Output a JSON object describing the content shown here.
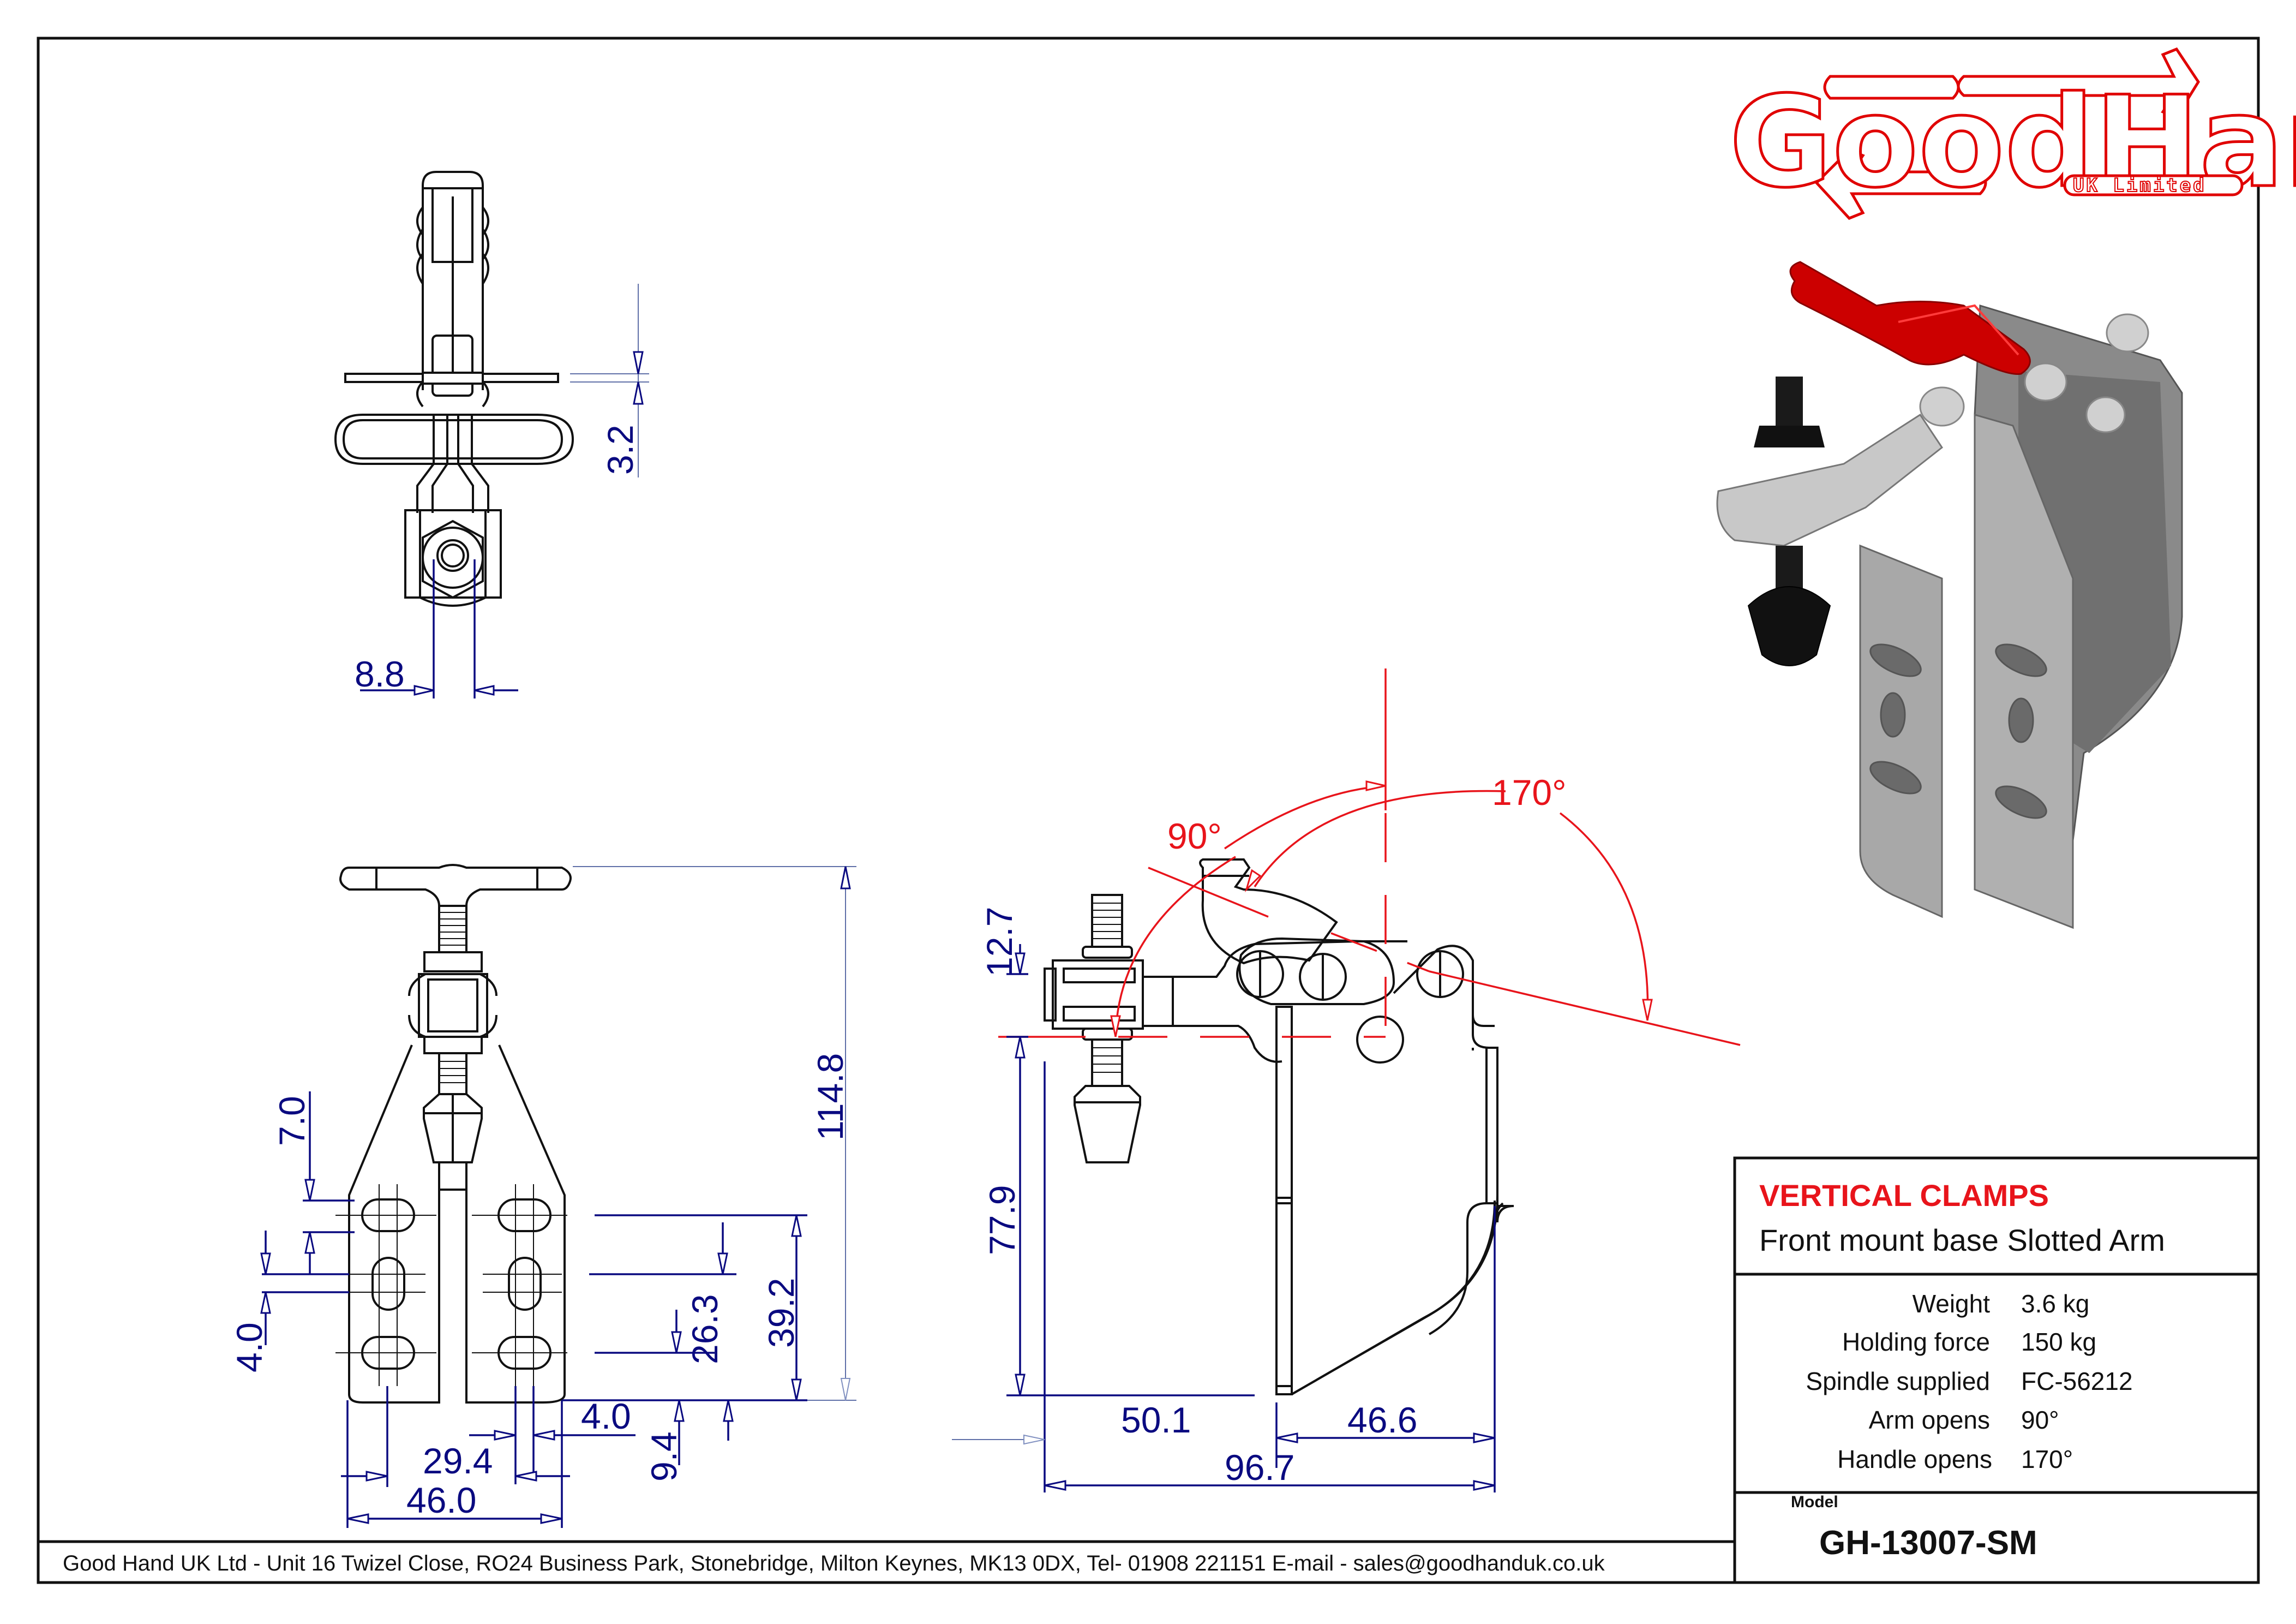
{
  "logo": {
    "brand": "GoodHand",
    "brand_part1": "Good",
    "brand_part2": "Hand",
    "tagline": "UK Limited",
    "color": "#e00000"
  },
  "title_block": {
    "category": "VERTICAL CLAMPS",
    "description": "Front mount base Slotted Arm",
    "specs": [
      {
        "label": "Weight",
        "value": "3.6 kg"
      },
      {
        "label": "Holding force",
        "value": "150 kg"
      },
      {
        "label": "Spindle supplied",
        "value": "FC-56212"
      },
      {
        "label": "Arm opens",
        "value": "90°"
      },
      {
        "label": "Handle opens",
        "value": "170°"
      }
    ],
    "model_label": "Model",
    "model": "GH-13007-SM"
  },
  "footer": {
    "address": "Good Hand UK Ltd  - Unit 16 Twizel Close, RO24 Business Park, Stonebridge, Milton Keynes, MK13 0DX,  Tel- 01908 221151  E-mail - sales@goodhanduk.co.uk"
  },
  "views": {
    "top_view": {
      "dimensions": {
        "slot_width": "8.8",
        "thickness": "3.2"
      }
    },
    "front_view": {
      "dimensions": {
        "overall_height": "114.8",
        "slot_pitch_total": "39.2",
        "slot_pitch_lower": "26.3",
        "top_offset": "7.0",
        "slot_height": "4.0",
        "base_offset": "9.4",
        "slot_width": "4.0",
        "slot_center_span": "29.4",
        "base_width": "46.0"
      }
    },
    "side_view": {
      "dimensions": {
        "spindle_above": "12.7",
        "height_to_spindle": "77.9",
        "reach": "50.1",
        "base_depth": "46.6",
        "overall_length": "96.7"
      },
      "angles": {
        "arm_opens": "90°",
        "handle_opens": "170°"
      }
    }
  },
  "colors": {
    "dimension": "#0a0a80",
    "angle": "#e8141b",
    "outline": "#111111",
    "handle_red": "#cc0000",
    "body_grey": "#a8a8a8"
  }
}
